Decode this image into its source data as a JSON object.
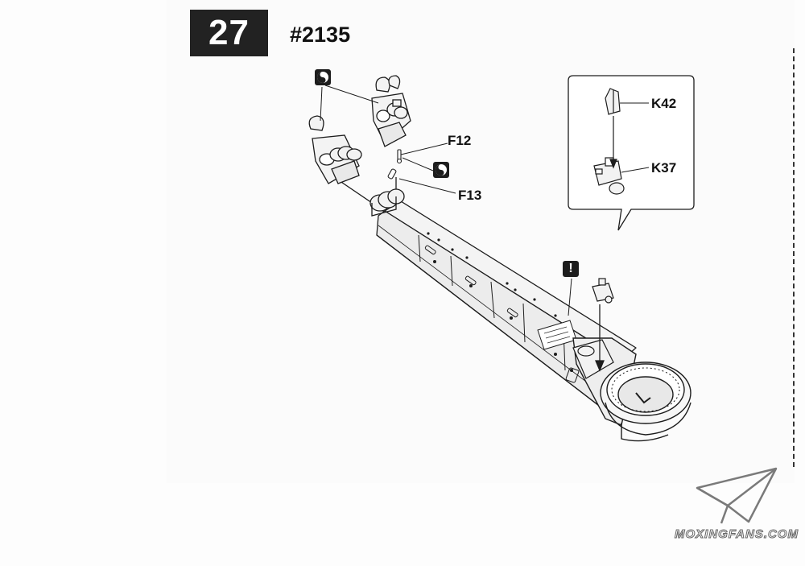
{
  "step": {
    "number": "27",
    "part_number": "#2135"
  },
  "callouts": {
    "f12": "F12",
    "f13": "F13",
    "k42": "K42",
    "k37": "K37"
  },
  "badges": {
    "warning_symbol": "!",
    "option_icon": "yin-yang-icon",
    "warning_icon": "exclamation-icon"
  },
  "watermark": {
    "text": "MOXINGFANS.COM",
    "icon": "paper-plane-icon"
  },
  "colors": {
    "ink": "#1d1d1d",
    "paper": "#fbfbfb",
    "part_fill": "#f2f2f2"
  }
}
